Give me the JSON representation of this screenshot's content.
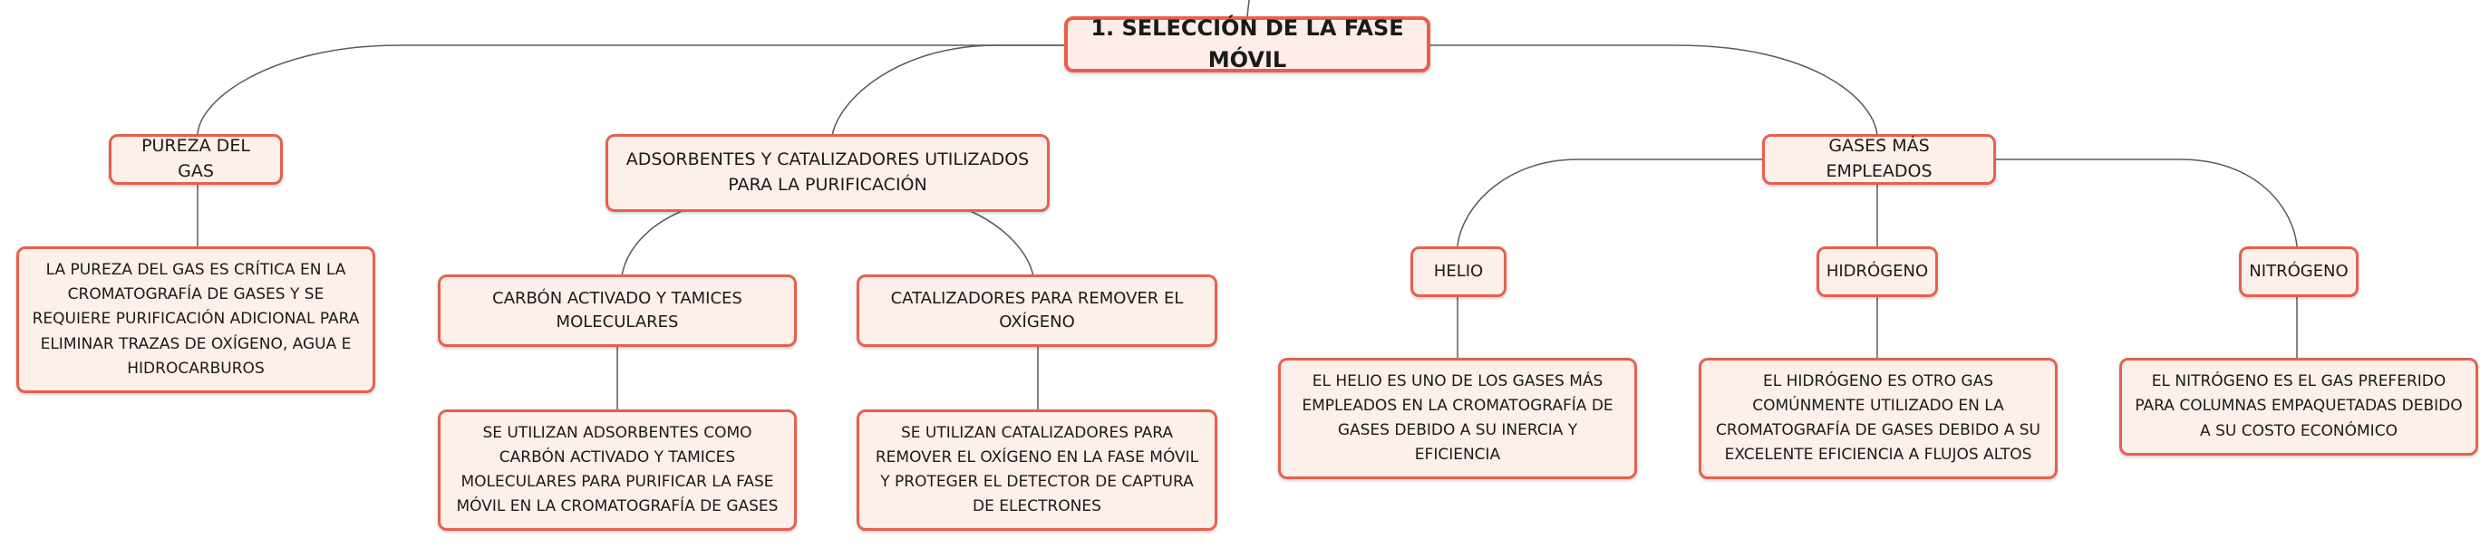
{
  "root": {
    "label": "1. SELECCIÓN DE LA FASE MÓVIL"
  },
  "pureza": {
    "label": "PUREZA DEL GAS",
    "desc": "LA PUREZA DEL GAS ES CRÍTICA EN LA CROMATOGRAFÍA DE GASES Y SE REQUIERE PURIFICACIÓN ADICIONAL PARA ELIMINAR TRAZAS DE OXÍGENO, AGUA E HIDROCARBUROS"
  },
  "adsorbentes": {
    "label": "ADSORBENTES Y CATALIZADORES UTILIZADOS PARA LA PURIFICACIÓN",
    "carbon": {
      "label": "CARBÓN ACTIVADO Y TAMICES MOLECULARES",
      "desc": "SE UTILIZAN ADSORBENTES COMO CARBÓN ACTIVADO Y TAMICES MOLECULARES PARA PURIFICAR LA FASE MÓVIL EN LA CROMATOGRAFÍA DE GASES"
    },
    "catalizadores": {
      "label": "CATALIZADORES PARA REMOVER EL OXÍGENO",
      "desc": "SE UTILIZAN CATALIZADORES PARA REMOVER EL OXÍGENO EN LA FASE MÓVIL Y PROTEGER EL DETECTOR DE CAPTURA DE ELECTRONES"
    }
  },
  "gases": {
    "label": "GASES MÁS EMPLEADOS",
    "helio": {
      "label": "HELIO",
      "desc": "EL HELIO ES UNO DE LOS GASES MÁS EMPLEADOS EN LA CROMATOGRAFÍA DE GASES DEBIDO A SU INERCIA Y EFICIENCIA"
    },
    "hidrogeno": {
      "label": "HIDRÓGENO",
      "desc": "EL HIDRÓGENO ES OTRO GAS COMÚNMENTE UTILIZADO EN LA CROMATOGRAFÍA DE GASES DEBIDO A SU EXCELENTE EFICIENCIA A FLUJOS ALTOS"
    },
    "nitrogeno": {
      "label": "NITRÓGENO",
      "desc": "EL NITRÓGENO ES EL GAS PREFERIDO PARA COLUMNAS EMPAQUETADAS DEBIDO A SU COSTO ECONÓMICO"
    }
  },
  "colors": {
    "border": "#e8604c",
    "fill": "#fdefea",
    "connector": "#5a5a5a"
  }
}
